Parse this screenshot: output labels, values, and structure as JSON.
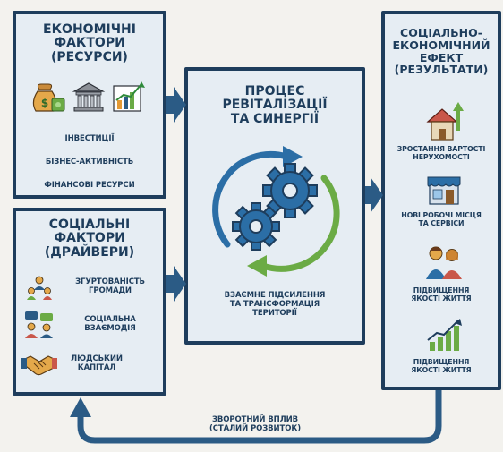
{
  "economic": {
    "title_lines": [
      "ЕКОНОМІЧНІ",
      "ФАКТОРИ",
      "(РЕСУРСИ)"
    ],
    "items": [
      "ІНВЕСТИЦІЇ",
      "БІЗНЕС-АКТИВНІСТЬ",
      "ФІНАНСОВІ РЕСУРСИ"
    ],
    "icons": [
      "money-bag-icon",
      "bank-icon",
      "growth-chart-icon"
    ]
  },
  "social": {
    "title_lines": [
      "СОЦІАЛЬНІ",
      "ФАКТОРИ",
      "(ДРАЙВЕРИ)"
    ],
    "items": [
      {
        "icon": "community-icon",
        "lines": [
          "ЗГУРТОВАНІСТЬ",
          "ГРОМАДИ"
        ]
      },
      {
        "icon": "interaction-icon",
        "lines": [
          "СОЦІАЛЬНА",
          "ВЗАЄМОДІЯ"
        ]
      },
      {
        "icon": "handshake-icon",
        "lines": [
          "ЛЮДСЬКИЙ",
          "КАПІТАЛ"
        ]
      }
    ]
  },
  "process": {
    "title_lines": [
      "ПРОЦЕС",
      "РЕВІТАЛІЗАЦІЇ",
      "ТА СИНЕРГІЇ"
    ],
    "caption_lines": [
      "ВЗАЄМНЕ ПІДСИЛЕННЯ",
      "ТА ТРАНСФОРМАЦІЯ",
      "ТЕРИТОРІЇ"
    ],
    "icon": "gears-cycle-icon"
  },
  "results": {
    "title_lines": [
      "СОЦІАЛЬНО-",
      "ЕКОНОМІЧНИЙ",
      "ЕФЕКТ",
      "(РЕЗУЛЬТАТИ)"
    ],
    "items": [
      {
        "icon": "house-growth-icon",
        "lines": [
          "ЗРОСТАННЯ ВАРТОСТІ",
          "НЕРУХОМОСТІ"
        ]
      },
      {
        "icon": "shop-icon",
        "lines": [
          "НОВІ РОБОЧІ МІСЦЯ",
          "ТА СЕРВІСИ"
        ]
      },
      {
        "icon": "family-icon",
        "lines": [
          "ПІДВИЩЕННЯ",
          "ЯКОСТІ ЖИТТЯ"
        ]
      },
      {
        "icon": "chart-up-icon",
        "lines": [
          "ПІДВИЩЕННЯ",
          "ЯКОСТІ ЖИТТЯ"
        ]
      }
    ]
  },
  "feedback": {
    "lines": [
      "ЗВОРОТНИЙ ВПЛИВ",
      "(СТАЛИЙ РОЗВИТОК)"
    ]
  },
  "colors": {
    "navy": "#1e3d5c",
    "box_fill": "#e6edf3",
    "arrow": "#2b5b85",
    "green": "#6bab45",
    "orange": "#e49a35"
  }
}
